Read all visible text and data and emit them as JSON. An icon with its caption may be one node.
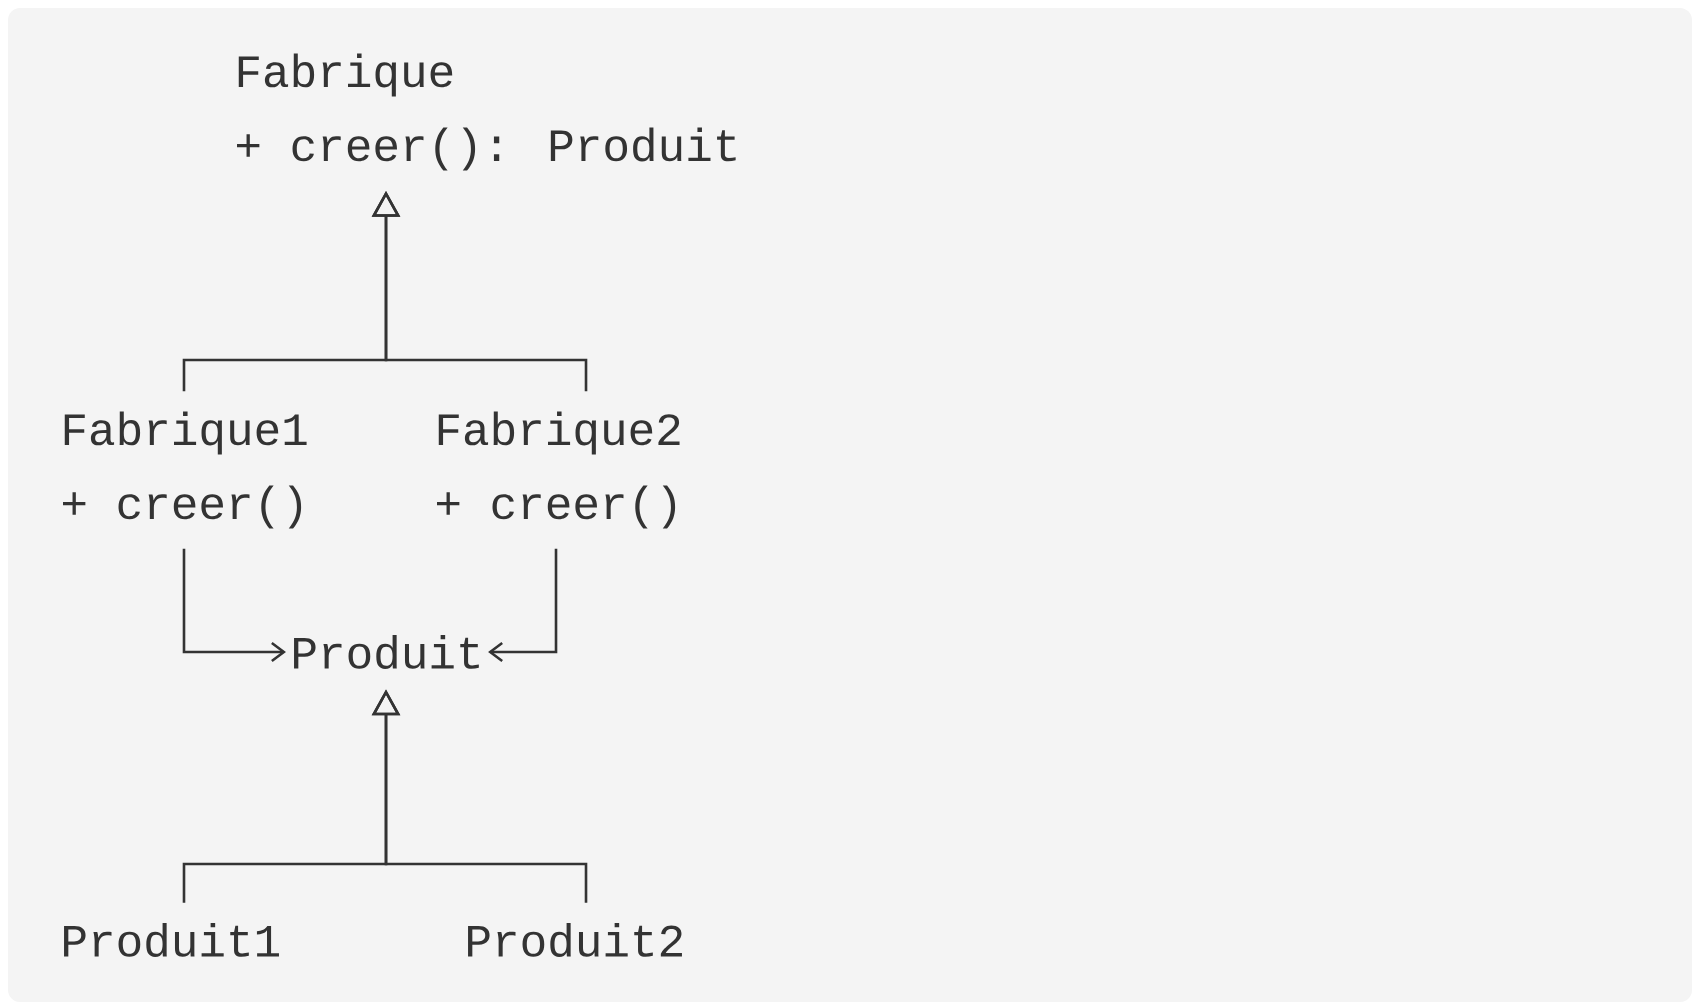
{
  "diagram": {
    "nodes": [
      {
        "text": [
          "Fabrique",
          "+ creer(): Produit"
        ]
      },
      {
        "text": [
          "Fabrique1",
          "+ creer()"
        ]
      },
      {
        "text": [
          "Fabrique2",
          "+ creer()"
        ]
      },
      {
        "text": [
          "Produit"
        ]
      },
      {
        "text": [
          "Produit1"
        ]
      },
      {
        "text": [
          "Produit2"
        ]
      }
    ],
    "edges": [
      {
        "from": 1,
        "to": 0,
        "arrow": "to"
      },
      {
        "from": 2,
        "to": 0,
        "arrow": "to"
      },
      {
        "from": 1,
        "to": 3,
        "arrow": "to"
      },
      {
        "from": 2,
        "to": 3,
        "arrow": "to"
      },
      {
        "from": 4,
        "to": 3,
        "arrow": "to"
      },
      {
        "from": 5,
        "to": 3,
        "arrow": "to"
      }
    ]
  }
}
